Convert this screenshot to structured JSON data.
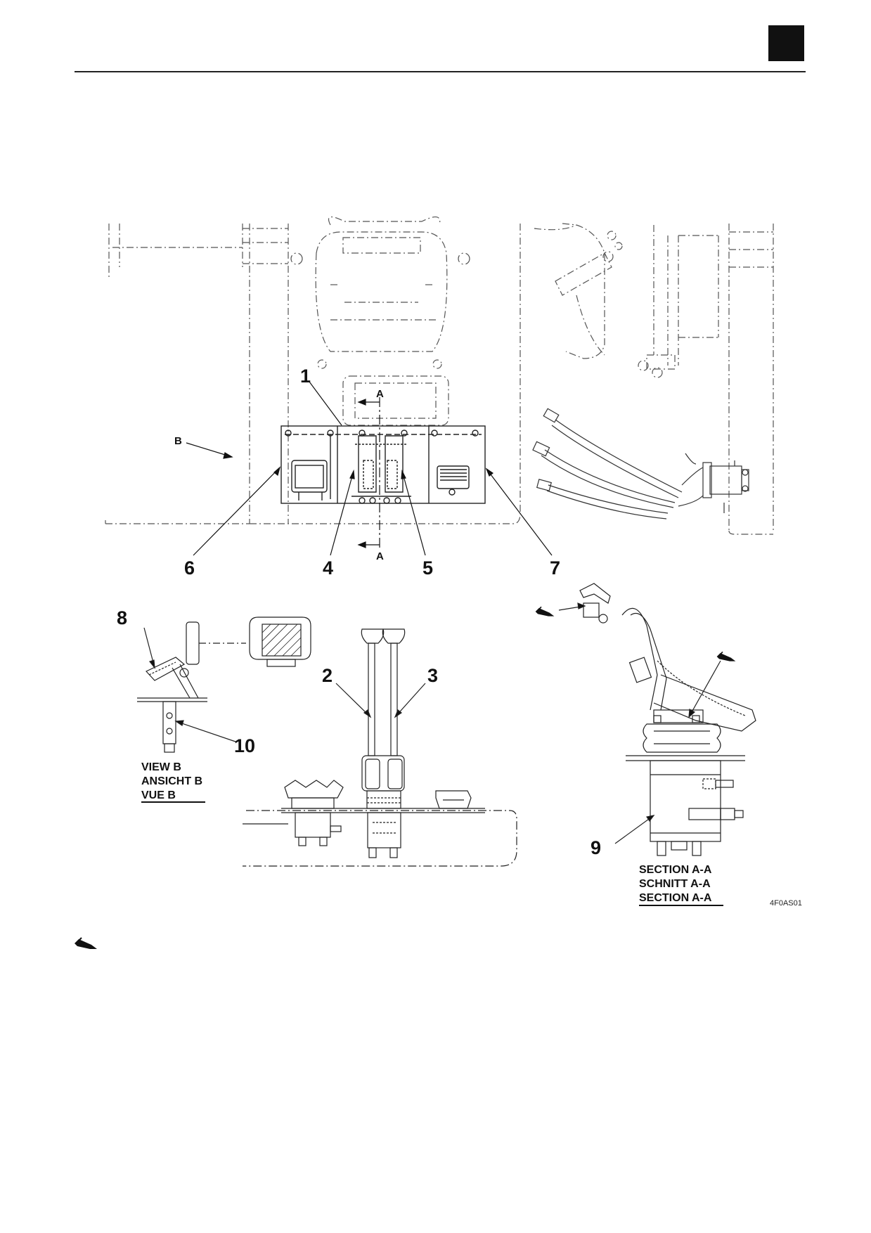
{
  "callouts": {
    "c1": "1",
    "c2": "2",
    "c3": "3",
    "c4": "4",
    "c5": "5",
    "c6": "6",
    "c7": "7",
    "c8": "8",
    "c9": "9",
    "c10": "10"
  },
  "section_marks": {
    "top": "A",
    "bottom": "A"
  },
  "view_marker": "B",
  "view_b_caption": [
    "VIEW B",
    "ANSICHT B",
    "VUE B"
  ],
  "section_caption": [
    "SECTION  A-A",
    "SCHNITT A-A",
    "SECTION A-A"
  ],
  "figure_code": "4F0AS01",
  "icons": [
    "pen-note-icon",
    "pen-note-icon",
    "pen-note-icon"
  ]
}
